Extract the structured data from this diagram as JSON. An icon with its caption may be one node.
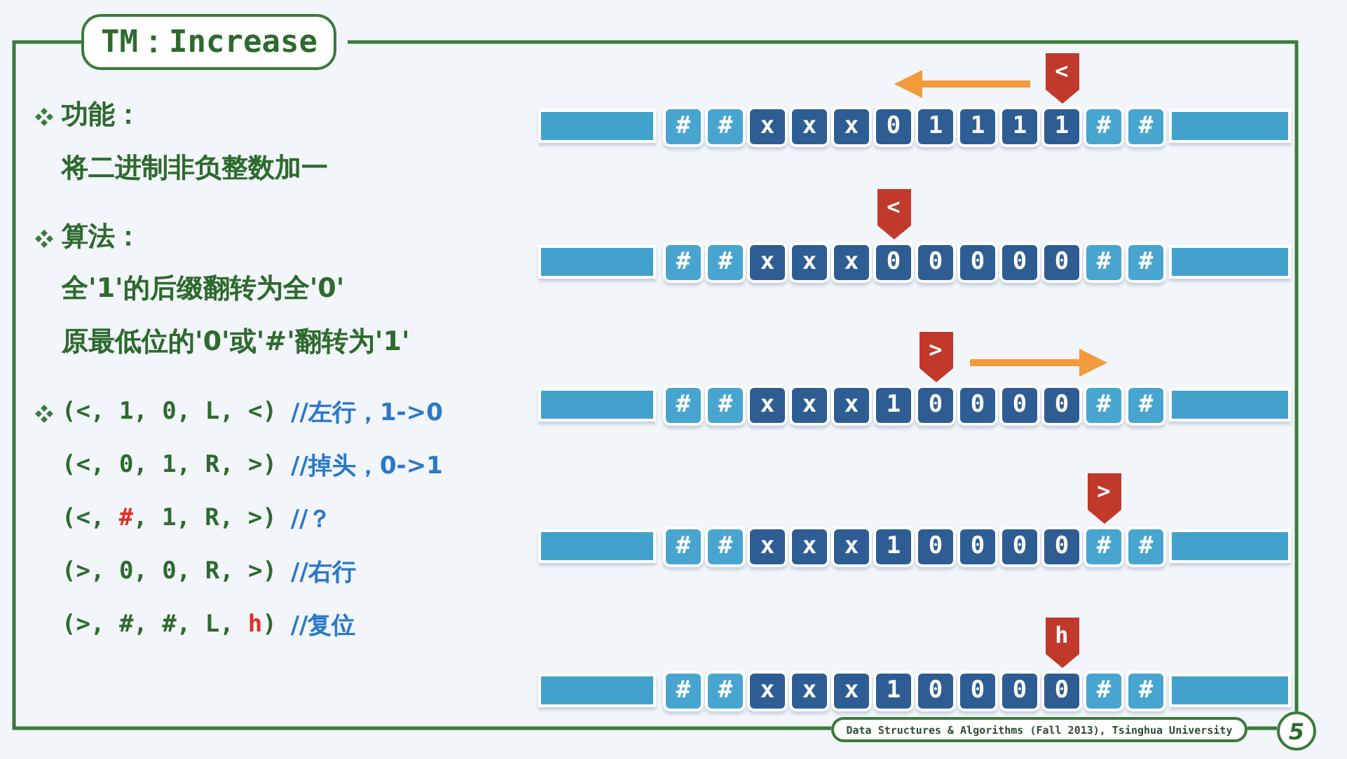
{
  "diagram": {
    "title": "TM：Increase",
    "nodes": [
      {
        "text": [
          "<"
        ]
      },
      {
        "text": [],
        "shape": "bar"
      },
      {
        "text": [
          "#"
        ]
      },
      {
        "text": [
          "#"
        ]
      },
      {
        "text": [
          "x"
        ]
      },
      {
        "text": [
          "x"
        ]
      },
      {
        "text": [
          "x"
        ]
      },
      {
        "text": [
          "0"
        ]
      },
      {
        "text": [
          "1"
        ]
      },
      {
        "text": [
          "1"
        ]
      },
      {
        "text": [
          "1"
        ]
      },
      {
        "text": [
          "1"
        ]
      },
      {
        "text": [
          "#"
        ]
      },
      {
        "text": [
          "#"
        ]
      },
      {
        "text": [],
        "shape": "bar"
      },
      {
        "text": [
          "<"
        ]
      },
      {
        "text": [],
        "shape": "bar"
      },
      {
        "text": [
          "#"
        ]
      },
      {
        "text": [
          "#"
        ]
      },
      {
        "text": [
          "x"
        ]
      },
      {
        "text": [
          "x"
        ]
      },
      {
        "text": [
          "x"
        ]
      },
      {
        "text": [
          "0"
        ]
      },
      {
        "text": [
          "0"
        ]
      },
      {
        "text": [
          "0"
        ]
      },
      {
        "text": [
          "0"
        ]
      },
      {
        "text": [
          "0"
        ]
      },
      {
        "text": [
          "#"
        ]
      },
      {
        "text": [
          "#"
        ]
      },
      {
        "text": [],
        "shape": "bar"
      },
      {
        "text": [
          ">"
        ]
      },
      {
        "text": [],
        "shape": "bar"
      },
      {
        "text": [
          "#"
        ]
      },
      {
        "text": [
          "#"
        ]
      },
      {
        "text": [
          "x"
        ]
      },
      {
        "text": [
          "x"
        ]
      },
      {
        "text": [
          "x"
        ]
      },
      {
        "text": [
          "1"
        ]
      },
      {
        "text": [
          "0"
        ]
      },
      {
        "text": [
          "0"
        ]
      },
      {
        "text": [
          "0"
        ]
      },
      {
        "text": [
          "0"
        ]
      },
      {
        "text": [
          "#"
        ]
      },
      {
        "text": [
          "#"
        ]
      },
      {
        "text": [],
        "shape": "bar"
      },
      {
        "text": [
          ">"
        ]
      },
      {
        "text": [],
        "shape": "bar"
      },
      {
        "text": [
          "#"
        ]
      },
      {
        "text": [
          "#"
        ]
      },
      {
        "text": [
          "x"
        ]
      },
      {
        "text": [
          "x"
        ]
      },
      {
        "text": [
          "x"
        ]
      },
      {
        "text": [
          "1"
        ]
      },
      {
        "text": [
          "0"
        ]
      },
      {
        "text": [
          "0"
        ]
      },
      {
        "text": [
          "0"
        ]
      },
      {
        "text": [
          "0"
        ]
      },
      {
        "text": [
          "#"
        ]
      },
      {
        "text": [
          "#"
        ]
      },
      {
        "text": [],
        "shape": "bar"
      },
      {
        "text": [
          "h"
        ]
      },
      {
        "text": [],
        "shape": "bar"
      },
      {
        "text": [
          "#"
        ]
      },
      {
        "text": [
          "#"
        ]
      },
      {
        "text": [
          "x"
        ]
      },
      {
        "text": [
          "x"
        ]
      },
      {
        "text": [
          "x"
        ]
      },
      {
        "text": [
          "1"
        ]
      },
      {
        "text": [
          "0"
        ]
      },
      {
        "text": [
          "0"
        ]
      },
      {
        "text": [
          "0"
        ]
      },
      {
        "text": [
          "0"
        ]
      },
      {
        "text": [
          "#"
        ]
      },
      {
        "text": [
          "#"
        ]
      },
      {
        "text": [],
        "shape": "bar"
      },
      {
        "text": [
          "Data Structures & Algorithms (Fall 2013), Tsinghua University"
        ]
      },
      {
        "text": [
          "5"
        ]
      }
    ],
    "labels": [
      "功能：",
      "将二进制非负整数加一",
      "算法：",
      "全'1'的后缀翻转为全'0'",
      "原最低位的'0'或'#'翻转为'1'",
      "(<, 1, 0, L, <)",
      "//左行，1->0",
      "(<, 0, 1, R, >)",
      "//掉头，0->1",
      "(<,",
      "#",
      ", 1, R, >)",
      "//？",
      "(>, 0, 0, R, >)",
      "//右行",
      "(>, #, #, L,",
      "h",
      ")",
      "//复位"
    ]
  }
}
